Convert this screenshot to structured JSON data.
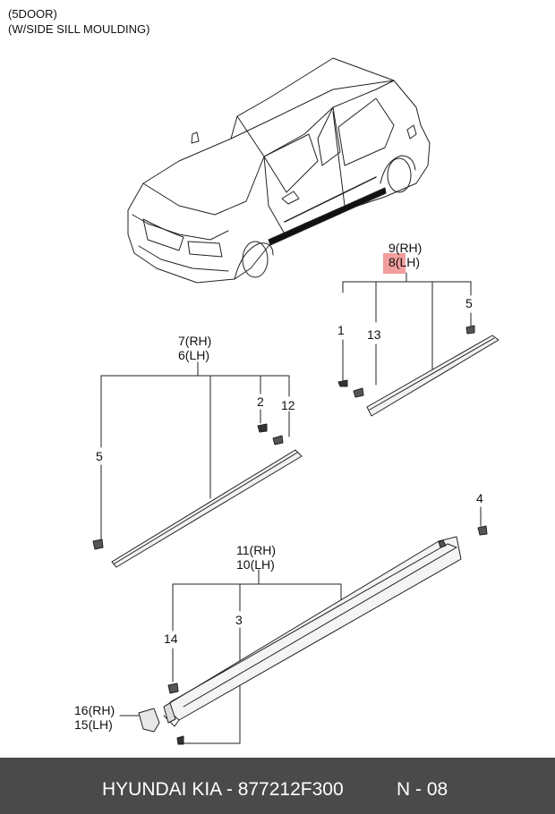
{
  "header": {
    "line1": "(5DOOR)",
    "line2": "(W/SIDE SILL MOULDING)"
  },
  "callouts": {
    "c9rh": "9(RH)",
    "c8lh": "8(LH)",
    "c1": "1",
    "c13": "13",
    "c5a": "5",
    "c7rh": "7(RH)",
    "c6lh": "6(LH)",
    "c2": "2",
    "c12": "12",
    "c5b": "5",
    "c4": "4",
    "c11rh": "11(RH)",
    "c10lh": "10(LH)",
    "c3": "3",
    "c14": "14",
    "c16rh": "16(RH)",
    "c15lh": "15(LH)"
  },
  "highlight": {
    "color": "#f08c8c"
  },
  "footer": {
    "brand": "HYUNDAI  KIA - 877212F300",
    "page": "N - 08",
    "bg": "#4a4a4a"
  }
}
